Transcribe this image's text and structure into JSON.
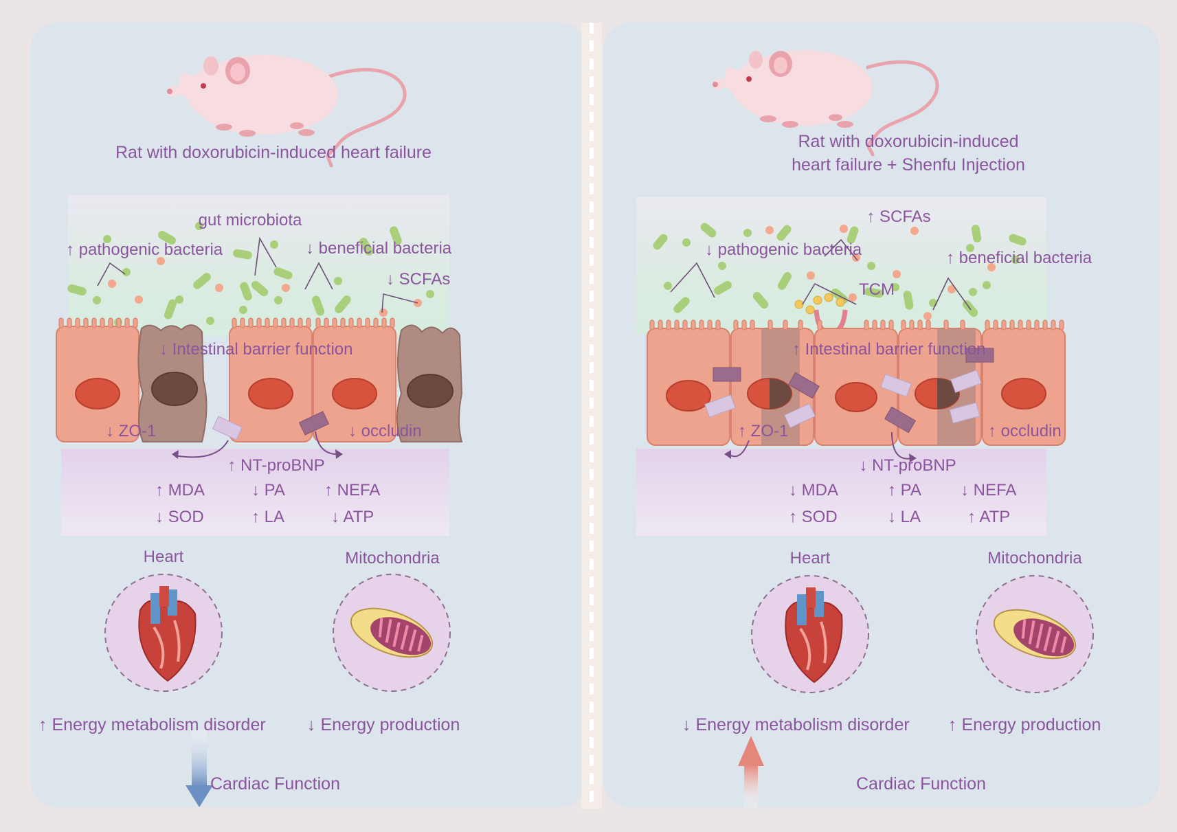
{
  "colors": {
    "text": "#8a559e",
    "panel_bg": "#dde5ec",
    "page_bg": "#ebe5e5",
    "healthy_cell": "#eda38d",
    "damaged_cell": "#b08b82",
    "decrease_arrow": "#6f93c4",
    "increase_arrow": "#e4867a"
  },
  "left": {
    "title": "Rat with doxorubicin-induced heart failure",
    "gut_microbiota": "gut microbiota",
    "pathogenic": "↑ pathogenic bacteria",
    "beneficial": "↓ beneficial bacteria",
    "scfas": "↓ SCFAs",
    "barrier": "↓ Intestinal barrier function",
    "zo1": "↓ ZO-1",
    "occludin": "↓ occludin",
    "ntprobnp": "↑ NT-proBNP",
    "mda": "↑ MDA",
    "pa": "↓ PA",
    "nefa": "↑ NEFA",
    "sod": "↓ SOD",
    "la": "↑ LA",
    "atp": "↓ ATP",
    "heart": "Heart",
    "mito": "Mitochondria",
    "energy_disorder": "↑ Energy metabolism disorder",
    "energy_production": "↓ Energy production",
    "cardiac": "Cardiac Function"
  },
  "right": {
    "title_line1": "Rat with doxorubicin-induced",
    "title_line2": "heart failure + Shenfu Injection",
    "scfas": "↑ SCFAs",
    "pathogenic": "↓ pathogenic bacteria",
    "beneficial": "↑ beneficial bacteria",
    "tcm": "TCM",
    "barrier": "↑ Intestinal barrier function",
    "zo1": "↑ ZO-1",
    "occludin": "↑ occludin",
    "ntprobnp": "↓ NT-proBNP",
    "mda": "↓ MDA",
    "pa": "↑ PA",
    "nefa": "↓ NEFA",
    "sod": "↑ SOD",
    "la": "↓ LA",
    "atp": "↑ ATP",
    "heart": "Heart",
    "mito": "Mitochondria",
    "energy_disorder": "↓ Energy metabolism disorder",
    "energy_production": "↑ Energy production",
    "cardiac": "Cardiac Function"
  }
}
